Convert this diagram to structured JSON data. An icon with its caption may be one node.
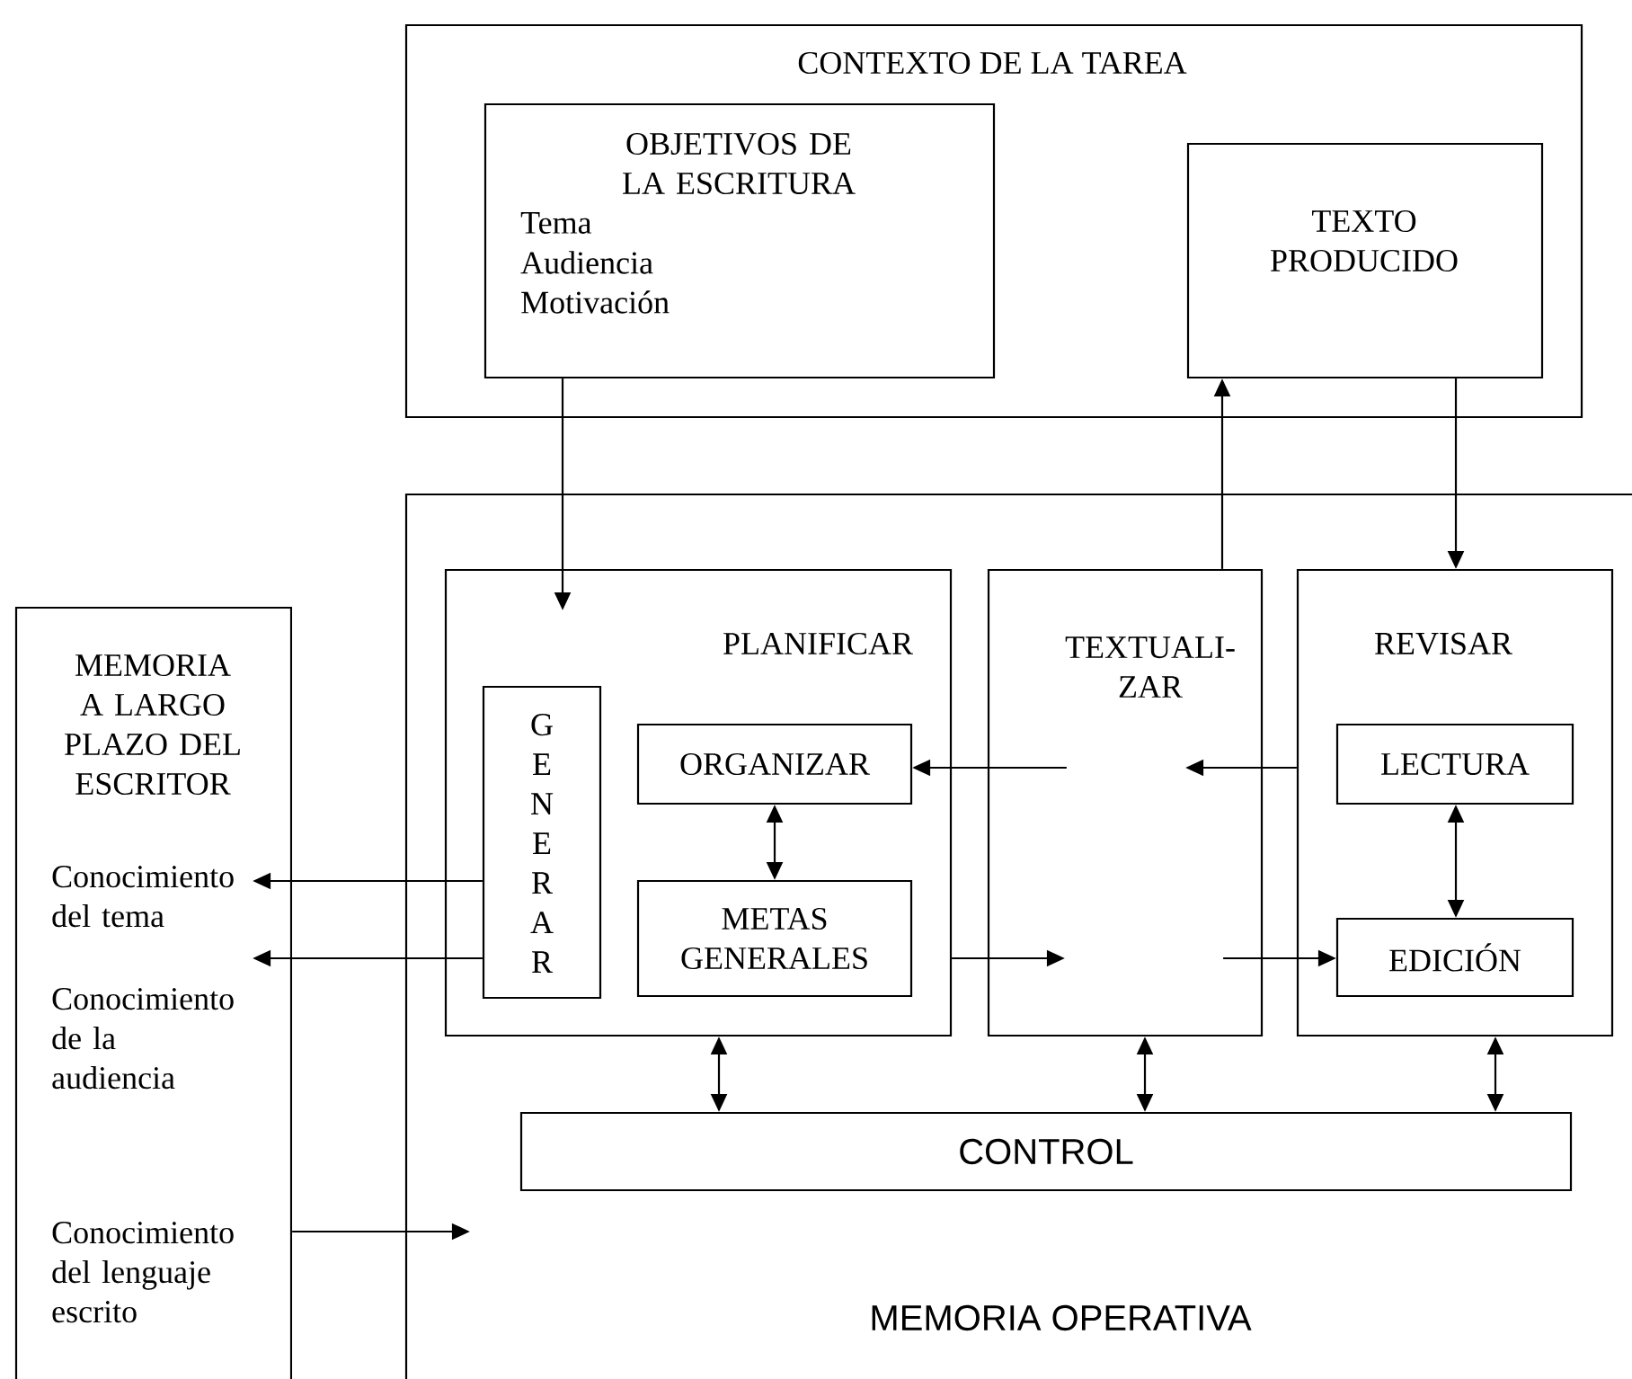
{
  "diagram": {
    "nodes": [
      {
        "text": [
          "CONTEXTO DE LA TAREA"
        ]
      },
      {
        "text": [
          "OBJETIVOS DE LA ESCRITURA",
          "Tema",
          "Audiencia",
          "Motivación"
        ],
        "in": 0
      },
      {
        "text": [
          "TEXTO PRODUCIDO"
        ],
        "in": 0
      },
      {
        "text": [
          "MEMORIA OPERATIVA"
        ]
      },
      {
        "text": [
          "PLANIFICAR"
        ],
        "in": 3
      },
      {
        "text": [
          "GENERAR"
        ],
        "in": 4
      },
      {
        "text": [
          "ORGANIZAR"
        ],
        "in": 4
      },
      {
        "text": [
          "METAS GENERALES"
        ],
        "in": 4
      },
      {
        "text": [
          "TEXTUALI- ZAR"
        ],
        "in": 3
      },
      {
        "text": [
          "REVISAR"
        ],
        "in": 3
      },
      {
        "text": [
          "LECTURA"
        ],
        "in": 9
      },
      {
        "text": [
          "EDICIÓN"
        ],
        "in": 9
      },
      {
        "text": [
          "CONTROL"
        ],
        "in": 3
      },
      {
        "text": [
          "MEMORIA A LARGO PLAZO DEL ESCRITOR",
          "Conocimiento del tema",
          "Conocimiento de la audiencia",
          "Conocimiento del lenguaje escrito"
        ]
      }
    ],
    "edges": [
      {
        "from": 1,
        "to": 4,
        "arrow": "to"
      },
      {
        "from": 8,
        "to": 2,
        "arrow": "to"
      },
      {
        "from": 2,
        "to": 9,
        "arrow": "to"
      },
      {
        "from": 5,
        "to": 13,
        "arrow": "to"
      },
      {
        "from": 5,
        "to": 13,
        "arrow": "to"
      },
      {
        "from": 13,
        "to": 3,
        "arrow": "to"
      },
      {
        "from": 9,
        "to": 8,
        "arrow": "to"
      },
      {
        "from": 8,
        "to": 6,
        "arrow": "to"
      },
      {
        "from": 4,
        "to": 8,
        "arrow": "to"
      },
      {
        "from": 8,
        "to": 11,
        "arrow": "to"
      },
      {
        "from": 6,
        "to": 7,
        "arrow": "both"
      },
      {
        "from": 10,
        "to": 11,
        "arrow": "both"
      },
      {
        "from": 4,
        "to": 12,
        "arrow": "both"
      },
      {
        "from": 8,
        "to": 12,
        "arrow": "both"
      },
      {
        "from": 9,
        "to": 12,
        "arrow": "both"
      }
    ]
  }
}
